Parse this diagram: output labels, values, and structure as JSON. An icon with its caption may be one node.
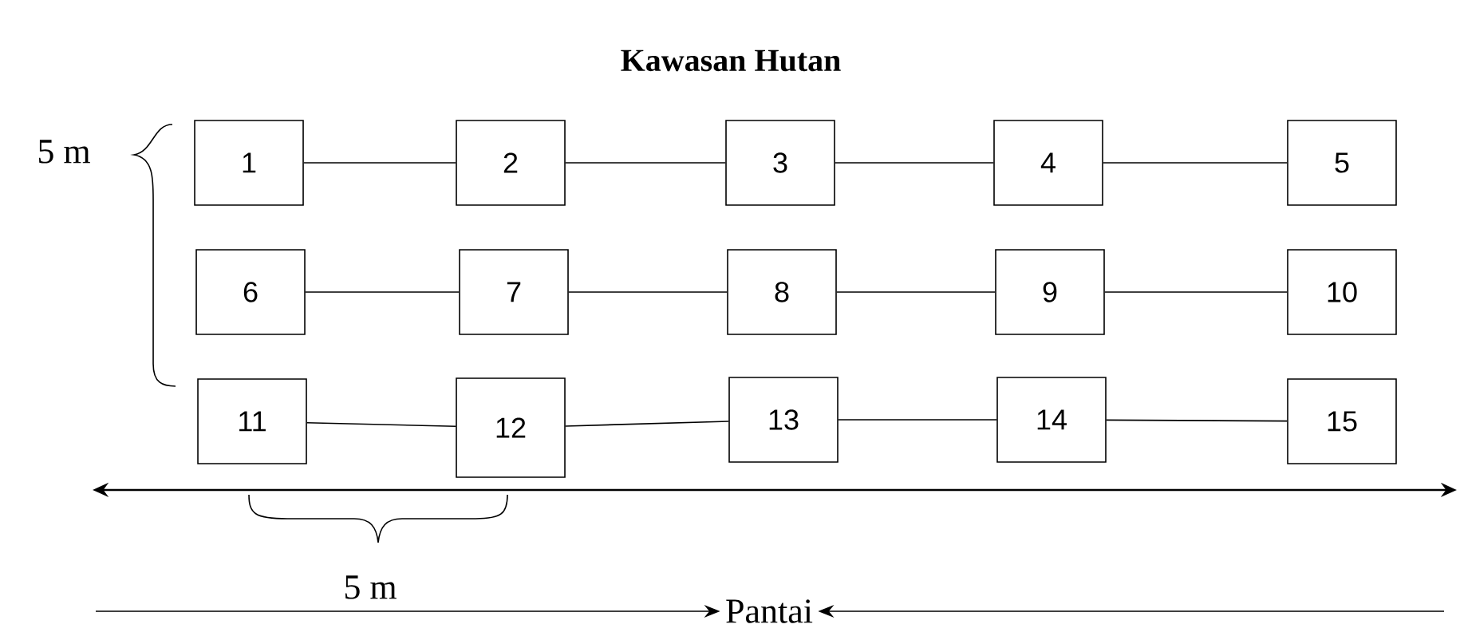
{
  "diagram": {
    "title": "Kawasan Hutan",
    "nodes": [
      {
        "text": [
          "1"
        ]
      },
      {
        "text": [
          "2"
        ]
      },
      {
        "text": [
          "3"
        ]
      },
      {
        "text": [
          "4"
        ]
      },
      {
        "text": [
          "5"
        ]
      },
      {
        "text": [
          "6"
        ]
      },
      {
        "text": [
          "7"
        ]
      },
      {
        "text": [
          "8"
        ]
      },
      {
        "text": [
          "9"
        ]
      },
      {
        "text": [
          "10"
        ]
      },
      {
        "text": [
          "11"
        ]
      },
      {
        "text": [
          "12"
        ]
      },
      {
        "text": [
          "13"
        ]
      },
      {
        "text": [
          "14"
        ]
      },
      {
        "text": [
          "15"
        ]
      },
      {
        "text": [
          "Pantai"
        ]
      }
    ],
    "edges": [
      {
        "from": 0,
        "to": 1,
        "arrow": "none"
      },
      {
        "from": 1,
        "to": 2,
        "arrow": "none"
      },
      {
        "from": 2,
        "to": 3,
        "arrow": "none"
      },
      {
        "from": 3,
        "to": 4,
        "arrow": "none"
      },
      {
        "from": 5,
        "to": 6,
        "arrow": "none"
      },
      {
        "from": 6,
        "to": 7,
        "arrow": "none"
      },
      {
        "from": 7,
        "to": 8,
        "arrow": "none"
      },
      {
        "from": 8,
        "to": 9,
        "arrow": "none"
      },
      {
        "from": 10,
        "to": 11,
        "arrow": "none"
      },
      {
        "from": 11,
        "to": 12,
        "arrow": "none"
      },
      {
        "from": 12,
        "to": 13,
        "arrow": "none"
      },
      {
        "from": 13,
        "to": 14,
        "arrow": "none"
      },
      {
        "from": null,
        "to": 15,
        "arrow": "to"
      },
      {
        "from": null,
        "to": 15,
        "arrow": "to"
      }
    ],
    "labels": [
      "5 m",
      "5 m"
    ]
  }
}
